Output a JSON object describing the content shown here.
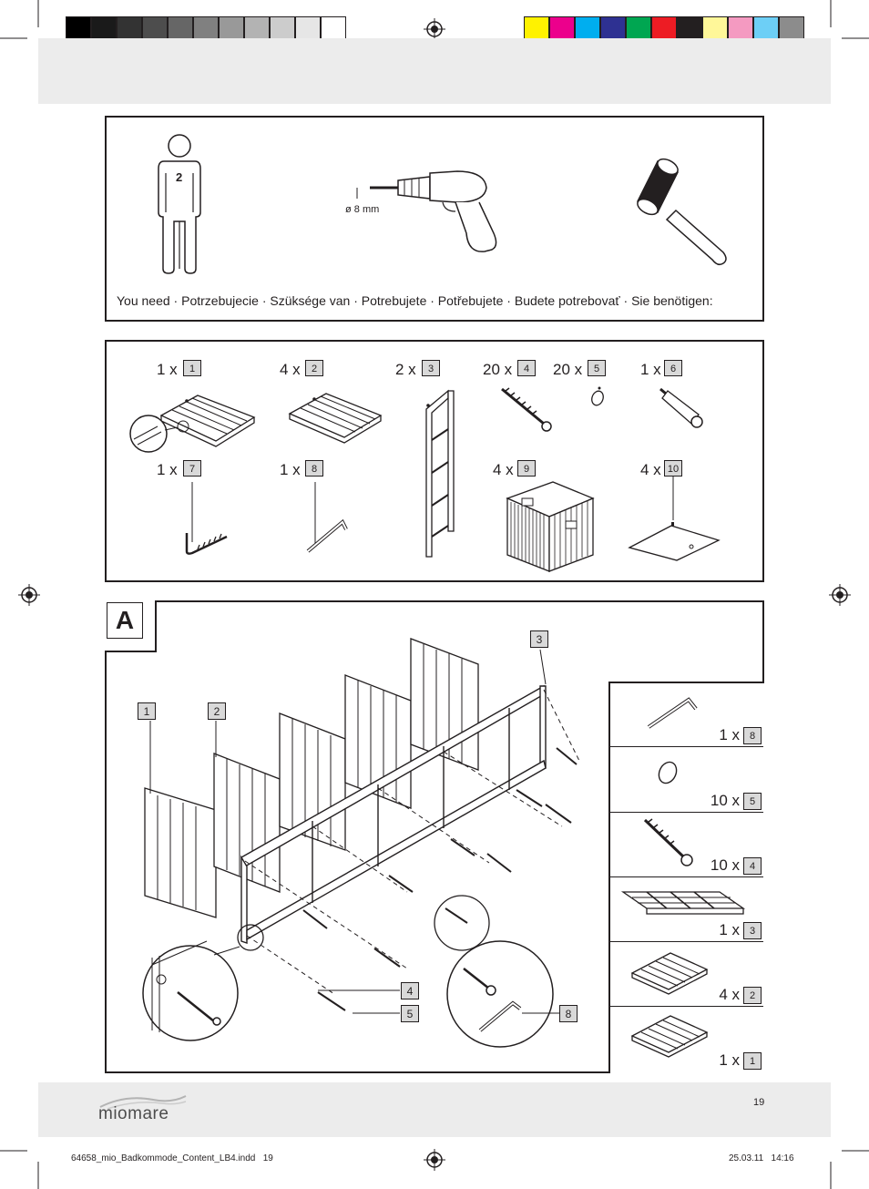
{
  "top_strip": {
    "gray_swatches": [
      "#000000",
      "#1a1a1a",
      "#333333",
      "#4d4d4d",
      "#666666",
      "#808080",
      "#999999",
      "#b3b3b3",
      "#cccccc",
      "#e6e6e6",
      "#ffffff"
    ],
    "color_swatches": [
      "#fff200",
      "#ec008c",
      "#00aeef",
      "#2e3192",
      "#00a651",
      "#ed1c24",
      "#231f20",
      "#fff799",
      "#f49ac1",
      "#6dcff6",
      "#8c8c8c"
    ]
  },
  "tools": {
    "person_count": "2",
    "drill_label": "ø 8 mm",
    "you_need_text": "You need · Potrzebujecie · Szüksége van · Potrebujete · Potřebujete · Budete potrebovať · Sie benötigen:"
  },
  "parts": [
    {
      "qty": "1 x",
      "num": "1"
    },
    {
      "qty": "4 x",
      "num": "2"
    },
    {
      "qty": "2 x",
      "num": "3"
    },
    {
      "qty": "20 x",
      "num": "4"
    },
    {
      "qty": "20 x",
      "num": "5"
    },
    {
      "qty": "1 x",
      "num": "6"
    },
    {
      "qty": "1 x",
      "num": "7"
    },
    {
      "qty": "1 x",
      "num": "8"
    },
    {
      "qty": "4 x",
      "num": "9"
    },
    {
      "qty": "4 x",
      "num": "10"
    }
  ],
  "step": {
    "letter": "A",
    "callouts": {
      "c1": "1",
      "c2": "2",
      "c3": "3",
      "c4": "4",
      "c5": "5",
      "c8": "8"
    },
    "side_list": [
      {
        "qty": "1 x",
        "num": "8"
      },
      {
        "qty": "10 x",
        "num": "5"
      },
      {
        "qty": "10 x",
        "num": "4"
      },
      {
        "qty": "1 x",
        "num": "3"
      },
      {
        "qty": "4 x",
        "num": "2"
      },
      {
        "qty": "1 x",
        "num": "1"
      }
    ]
  },
  "footer": {
    "page_number": "19",
    "brand": "miomare",
    "file_info": "64658_mio_Badkommode_Content_LB4.indd   19",
    "date_time": "25.03.11   14:16"
  }
}
